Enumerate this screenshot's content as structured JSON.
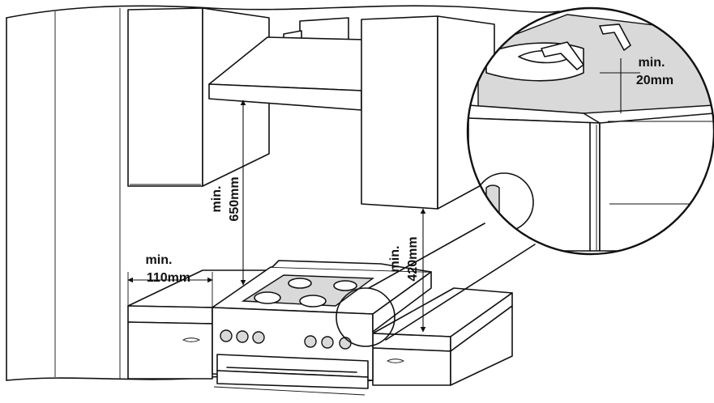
{
  "diagram": {
    "labels": {
      "side_clearance": {
        "line1": "min.",
        "line2": "110mm"
      },
      "hood_clearance": {
        "line1": "min.",
        "line2": "650mm"
      },
      "cabinet_clearance": {
        "line1": "min.",
        "line2": "420mm"
      },
      "lid_clearance": {
        "line1": "min.",
        "line2": "20mm"
      }
    }
  }
}
